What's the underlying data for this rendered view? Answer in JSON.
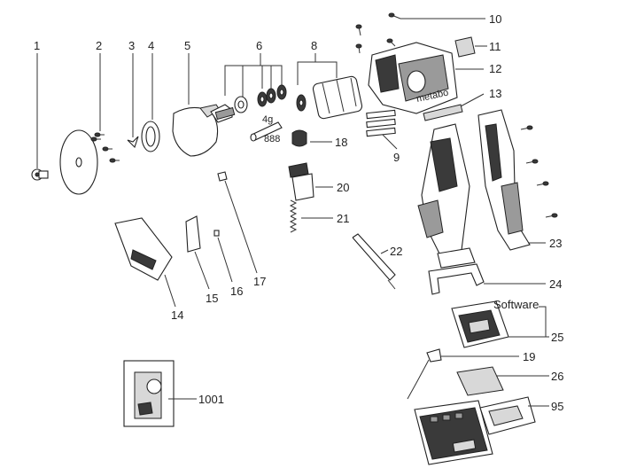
{
  "labels": {
    "p1": "1",
    "p2": "2",
    "p3": "3",
    "p4": "4",
    "p5": "5",
    "p6": "6",
    "p8": "8",
    "p9": "9",
    "p10": "10",
    "p11": "11",
    "p12": "12",
    "p13": "13",
    "p14": "14",
    "p15": "15",
    "p16": "16",
    "p17": "17",
    "p18": "18",
    "p19": "19",
    "p20": "20",
    "p21": "21",
    "p22": "22",
    "p23": "23",
    "p24": "24",
    "p25": "25",
    "p26": "26",
    "p95": "95",
    "p1001": "1001",
    "software": "Software"
  },
  "motor_marks": {
    "weight": "4g",
    "code": "888"
  },
  "brand": "metabo",
  "colors": {
    "line": "#222222",
    "fill_dark": "#3a3a3a",
    "fill_mid": "#9a9a9a",
    "fill_light": "#d8d8d8"
  }
}
